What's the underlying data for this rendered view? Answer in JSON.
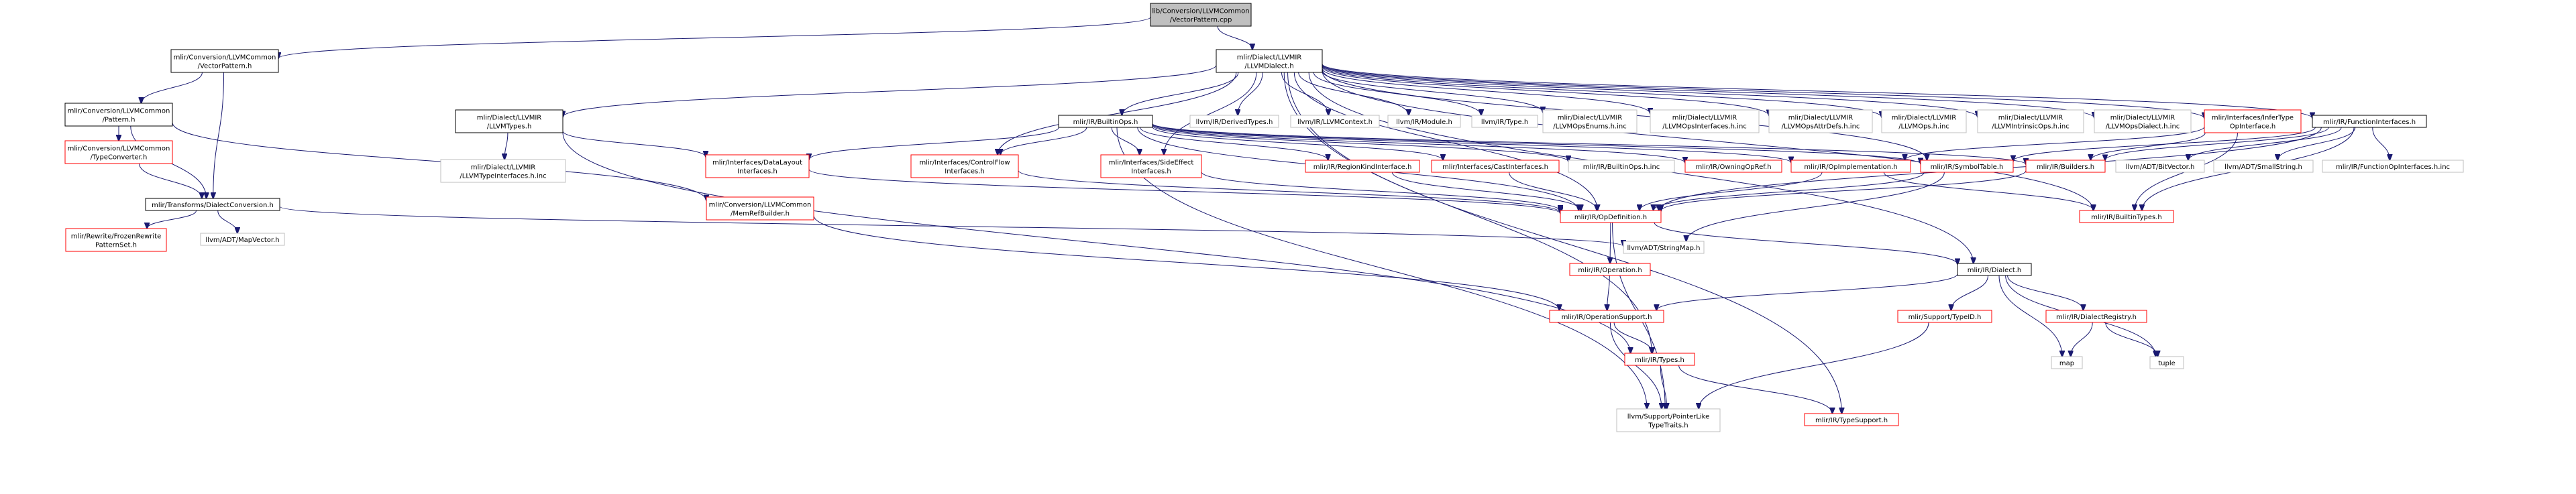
{
  "colors": {
    "root_fill": "#bfbfbf",
    "root_border": "#000000",
    "black_border": "#000000",
    "red_border": "#ff0000",
    "grey_border": "#bfbfbf",
    "edge": "#191970",
    "text": "#000000"
  },
  "nodes": [
    {
      "id": "root",
      "style": "root",
      "lines": [
        "lib/Conversion/LLVMCommon",
        "/VectorPattern.cpp"
      ]
    },
    {
      "id": "vecpat_h",
      "style": "black",
      "lines": [
        "mlir/Conversion/LLVMCommon",
        "/VectorPattern.h"
      ]
    },
    {
      "id": "llvmdialect_h",
      "style": "black",
      "lines": [
        "mlir/Dialect/LLVMIR",
        "/LLVMDialect.h"
      ]
    },
    {
      "id": "pattern_h",
      "style": "black",
      "lines": [
        "mlir/Conversion/LLVMCommon",
        "/Pattern.h"
      ]
    },
    {
      "id": "typeconv_h",
      "style": "red",
      "lines": [
        "mlir/Conversion/LLVMCommon",
        "/TypeConverter.h"
      ]
    },
    {
      "id": "dialectconv_h",
      "style": "black",
      "lines": [
        "mlir/Transforms/DialectConversion.h"
      ]
    },
    {
      "id": "frozen_h",
      "style": "red",
      "lines": [
        "mlir/Rewrite/FrozenRewrite",
        "PatternSet.h"
      ]
    },
    {
      "id": "mapvector",
      "style": "grey",
      "lines": [
        "llvm/ADT/MapVector.h"
      ]
    },
    {
      "id": "memrefbuilder_h",
      "style": "red",
      "lines": [
        "mlir/Conversion/LLVMCommon",
        "/MemRefBuilder.h"
      ]
    },
    {
      "id": "llvmtypes_h",
      "style": "black",
      "lines": [
        "mlir/Dialect/LLVMIR",
        "/LLVMTypes.h"
      ]
    },
    {
      "id": "llvmtypeiface_inc",
      "style": "grey",
      "lines": [
        "mlir/Dialect/LLVMIR",
        "/LLVMTypeInterfaces.h.inc"
      ]
    },
    {
      "id": "builtinops_h",
      "style": "black",
      "lines": [
        "mlir/IR/BuiltinOps.h"
      ]
    },
    {
      "id": "derivedtypes",
      "style": "grey",
      "lines": [
        "llvm/IR/DerivedTypes.h"
      ]
    },
    {
      "id": "llvmcontext",
      "style": "grey",
      "lines": [
        "llvm/IR/LLVMContext.h"
      ]
    },
    {
      "id": "module",
      "style": "grey",
      "lines": [
        "llvm/IR/Module.h"
      ]
    },
    {
      "id": "irtype",
      "style": "grey",
      "lines": [
        "llvm/IR/Type.h"
      ]
    },
    {
      "id": "opsenums_inc",
      "style": "grey",
      "lines": [
        "mlir/Dialect/LLVMIR",
        "/LLVMOpsEnums.h.inc"
      ]
    },
    {
      "id": "opiface_inc",
      "style": "grey",
      "lines": [
        "mlir/Dialect/LLVMIR",
        "/LLVMOpsInterfaces.h.inc"
      ]
    },
    {
      "id": "attrdefs_inc",
      "style": "grey",
      "lines": [
        "mlir/Dialect/LLVMIR",
        "/LLVMOpsAttrDefs.h.inc"
      ]
    },
    {
      "id": "llvmops_inc",
      "style": "grey",
      "lines": [
        "mlir/Dialect/LLVMIR",
        "/LLVMOps.h.inc"
      ]
    },
    {
      "id": "intrinsic_inc",
      "style": "grey",
      "lines": [
        "mlir/Dialect/LLVMIR",
        "/LLVMIntrinsicOps.h.inc"
      ]
    },
    {
      "id": "opsdialect_inc",
      "style": "grey",
      "lines": [
        "mlir/Dialect/LLVMIR",
        "/LLVMOpsDialect.h.inc"
      ]
    },
    {
      "id": "infertype_h",
      "style": "red",
      "lines": [
        "mlir/Interfaces/InferType",
        "OpInterface.h"
      ]
    },
    {
      "id": "funciface_h",
      "style": "black",
      "lines": [
        "mlir/IR/FunctionInterfaces.h"
      ]
    },
    {
      "id": "datalayout_h",
      "style": "red",
      "lines": [
        "mlir/Interfaces/DataLayout",
        "Interfaces.h"
      ]
    },
    {
      "id": "controlflow_h",
      "style": "red",
      "lines": [
        "mlir/Interfaces/ControlFlow",
        "Interfaces.h"
      ]
    },
    {
      "id": "sideeffect_h",
      "style": "red",
      "lines": [
        "mlir/Interfaces/SideEffect",
        "Interfaces.h"
      ]
    },
    {
      "id": "regionkind_h",
      "style": "red",
      "lines": [
        "mlir/IR/RegionKindInterface.h"
      ]
    },
    {
      "id": "castiface_h",
      "style": "red",
      "lines": [
        "mlir/Interfaces/CastInterfaces.h"
      ]
    },
    {
      "id": "builtinops_inc",
      "style": "grey",
      "lines": [
        "mlir/IR/BuiltinOps.h.inc"
      ]
    },
    {
      "id": "owningopref_h",
      "style": "red",
      "lines": [
        "mlir/IR/OwningOpRef.h"
      ]
    },
    {
      "id": "opimpl_h",
      "style": "red",
      "lines": [
        "mlir/IR/OpImplementation.h"
      ]
    },
    {
      "id": "symboltable_h",
      "style": "red",
      "lines": [
        "mlir/IR/SymbolTable.h"
      ]
    },
    {
      "id": "builders_h",
      "style": "red",
      "lines": [
        "mlir/IR/Builders.h"
      ]
    },
    {
      "id": "bitvector",
      "style": "grey",
      "lines": [
        "llvm/ADT/BitVector.h"
      ]
    },
    {
      "id": "smallstring",
      "style": "grey",
      "lines": [
        "llvm/ADT/SmallString.h"
      ]
    },
    {
      "id": "funciface_inc",
      "style": "grey",
      "lines": [
        "mlir/IR/FunctionOpInterfaces.h.inc"
      ]
    },
    {
      "id": "opdef_h",
      "style": "red",
      "lines": [
        "mlir/IR/OpDefinition.h"
      ]
    },
    {
      "id": "builtintypes_h",
      "style": "red",
      "lines": [
        "mlir/IR/BuiltinTypes.h"
      ]
    },
    {
      "id": "stringmap",
      "style": "grey",
      "lines": [
        "llvm/ADT/StringMap.h"
      ]
    },
    {
      "id": "operation_h",
      "style": "red",
      "lines": [
        "mlir/IR/Operation.h"
      ]
    },
    {
      "id": "dialect_h",
      "style": "black",
      "lines": [
        "mlir/IR/Dialect.h"
      ]
    },
    {
      "id": "opsupport_h",
      "style": "red",
      "lines": [
        "mlir/IR/OperationSupport.h"
      ]
    },
    {
      "id": "typeid_h",
      "style": "red",
      "lines": [
        "mlir/Support/TypeID.h"
      ]
    },
    {
      "id": "dialectreg_h",
      "style": "red",
      "lines": [
        "mlir/IR/DialectRegistry.h"
      ]
    },
    {
      "id": "types_h",
      "style": "red",
      "lines": [
        "mlir/IR/Types.h"
      ]
    },
    {
      "id": "map",
      "style": "grey",
      "lines": [
        "map"
      ]
    },
    {
      "id": "tuple",
      "style": "grey",
      "lines": [
        "tuple"
      ]
    },
    {
      "id": "ptrlike_h",
      "style": "grey",
      "lines": [
        "llvm/Support/PointerLike",
        "TypeTraits.h"
      ]
    },
    {
      "id": "typesupport_h",
      "style": "red",
      "lines": [
        "mlir/IR/TypeSupport.h"
      ]
    }
  ]
}
